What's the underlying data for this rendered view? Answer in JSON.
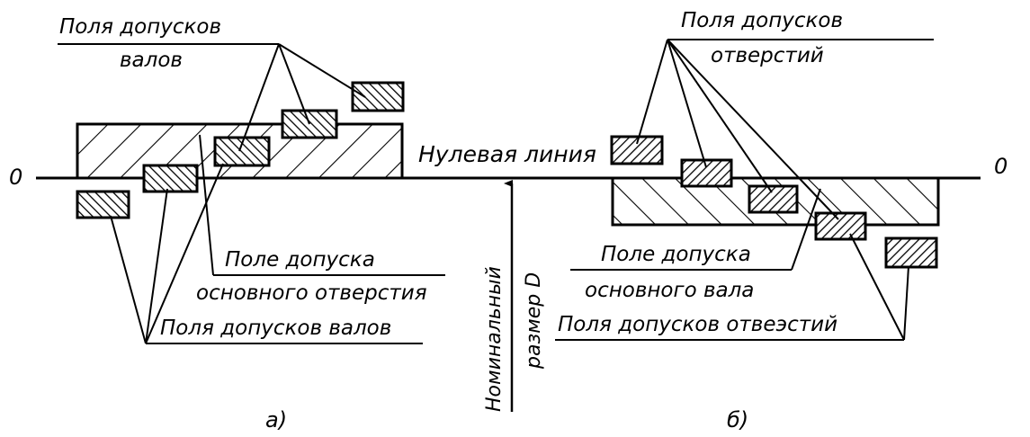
{
  "zero_left": "0",
  "zero_right": "0",
  "zero_line_label": "Нулевая линия",
  "nominal_size_line1": "Номинальный",
  "nominal_size_line2": "размер D",
  "left": {
    "shaft_fields_top_line1": "Поля допусков",
    "shaft_fields_top_line2": "валов",
    "basic_hole_line1": "Поле допуска",
    "basic_hole_line2": "основного отверстия",
    "shaft_fields_bottom": "Поля допусков валов",
    "caption": "а)"
  },
  "right": {
    "hole_fields_top_line1": "Поля допусков",
    "hole_fields_top_line2": "отверстий",
    "basic_shaft_line1": "Поле допуска",
    "basic_shaft_line2": "основного вала",
    "hole_fields_bottom": "Поля допусков отвеэстий",
    "caption": "б)"
  }
}
